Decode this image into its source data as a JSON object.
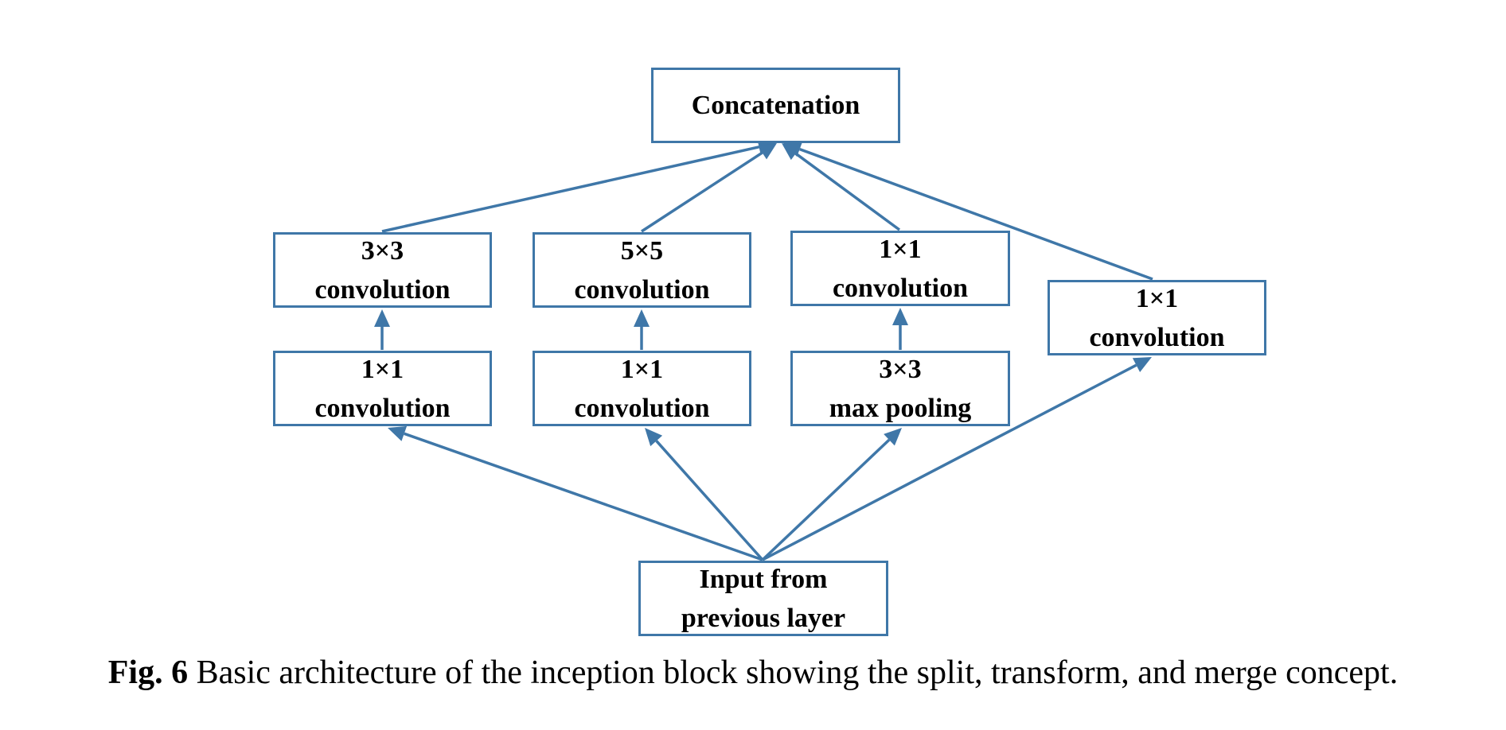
{
  "colors": {
    "stroke": "#3f77a8",
    "text": "#000000",
    "background": "#ffffff"
  },
  "diagram": {
    "nodes": {
      "concatenation": {
        "label": "Concatenation"
      },
      "conv3x3": {
        "label": "3×3\nconvolution"
      },
      "conv5x5": {
        "label": "5×5\nconvolution"
      },
      "conv1x1_pool_branch": {
        "label": "1×1\nconvolution"
      },
      "conv1x1_direct": {
        "label": "1×1\nconvolution"
      },
      "reduce1x1_a": {
        "label": "1×1\nconvolution"
      },
      "reduce1x1_b": {
        "label": "1×1\nconvolution"
      },
      "maxpool3x3": {
        "label": "3×3\nmax pooling"
      },
      "input": {
        "label": "Input from\nprevious layer"
      }
    },
    "edges": [
      {
        "from": "input",
        "to": "reduce1x1_a"
      },
      {
        "from": "input",
        "to": "reduce1x1_b"
      },
      {
        "from": "input",
        "to": "maxpool3x3"
      },
      {
        "from": "input",
        "to": "conv1x1_direct"
      },
      {
        "from": "reduce1x1_a",
        "to": "conv3x3"
      },
      {
        "from": "reduce1x1_b",
        "to": "conv5x5"
      },
      {
        "from": "maxpool3x3",
        "to": "conv1x1_pool_branch"
      },
      {
        "from": "conv3x3",
        "to": "concatenation"
      },
      {
        "from": "conv5x5",
        "to": "concatenation"
      },
      {
        "from": "conv1x1_pool_branch",
        "to": "concatenation"
      },
      {
        "from": "conv1x1_direct",
        "to": "concatenation"
      }
    ]
  },
  "caption": {
    "label": "Fig. 6",
    "text": " Basic architecture of the inception block showing the split, transform, and merge concept."
  }
}
